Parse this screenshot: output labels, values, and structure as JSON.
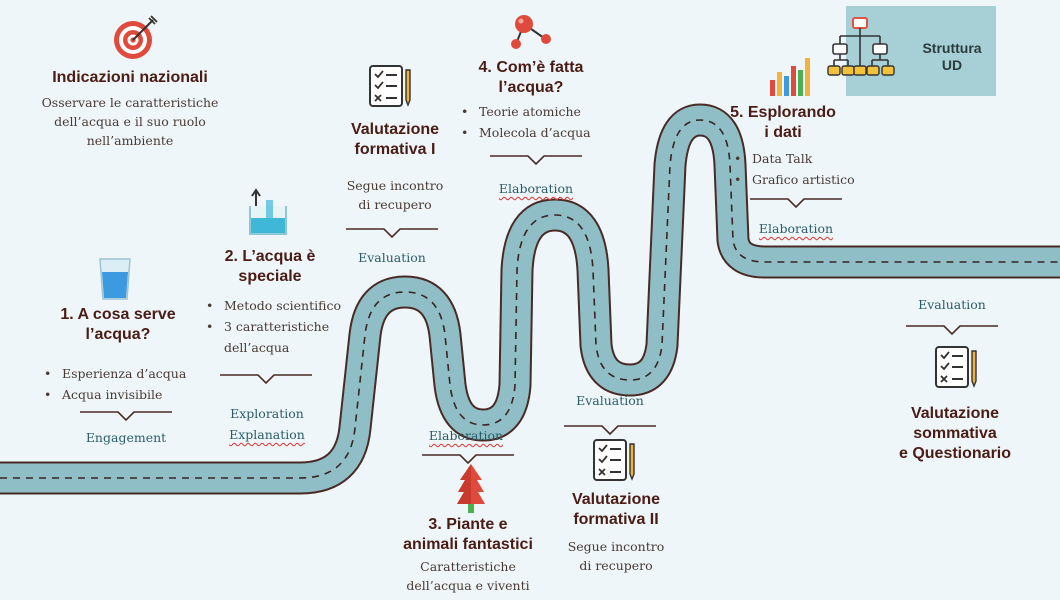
{
  "header": {
    "struttura_l1": "Struttura",
    "struttura_l2": "UD"
  },
  "nodes": {
    "indicazioni": {
      "title": "Indicazioni nazionali",
      "l1": "Osservare le caratteristiche",
      "l2": "dell’acqua e il suo ruolo",
      "l3": "nell’ambiente"
    },
    "step1": {
      "title_l1": "1. A cosa serve",
      "title_l2": "l’acqua?",
      "b1": "Esperienza d’acqua",
      "b2": "Acqua invisibile",
      "phase": "Engagement"
    },
    "step2": {
      "title_l1": "2. L’acqua è",
      "title_l2": "speciale",
      "b1": "Metodo scientifico",
      "b2": "3 caratteristiche",
      "b2b": "dell’acqua",
      "phase_l1": "Exploration",
      "phase_l2": "Explanation"
    },
    "valutazione1": {
      "title_l1": "Valutazione",
      "title_l2": "formativa I",
      "l1": "Segue incontro",
      "l2": "di recupero",
      "phase": "Evaluation"
    },
    "step3": {
      "phase": "Elaboration",
      "title_l1": "3. Piante e",
      "title_l2": "animali fantastici",
      "l1": "Caratteristiche",
      "l2": "dell’acqua e viventi"
    },
    "step4": {
      "title_l1": "4. Com’è fatta",
      "title_l2": "l’acqua?",
      "b1": "Teorie atomiche",
      "b2": "Molecola d’acqua",
      "phase": "Elaboration"
    },
    "valutazione2": {
      "phase": "Evaluation",
      "title_l1": "Valutazione",
      "title_l2": "formativa II",
      "l1": "Segue incontro",
      "l2": "di recupero"
    },
    "step5": {
      "title_l1": "5. Esplorando",
      "title_l2": "i dati",
      "b1": "Data Talk",
      "b2": "Grafico artistico",
      "phase": "Elaboration"
    },
    "sommativa": {
      "phase": "Evaluation",
      "title_l1": "Valutazione",
      "title_l2": "sommativa",
      "title_l3": "e Questionario"
    }
  },
  "icons": {
    "target": "target-icon",
    "glass": "water-glass-icon",
    "beaker": "beaker-icon",
    "checklist": "checklist-icon",
    "molecule": "molecule-icon",
    "tree": "tree-icon",
    "barchart": "bar-chart-icon",
    "hierarchy": "hierarchy-icon"
  },
  "colors": {
    "road_fill": "#8fbec6",
    "road_edge": "#4a2a24",
    "title": "#4a1c14",
    "phase": "#2a5d68",
    "struttura_bg": "#a6cfd6"
  }
}
